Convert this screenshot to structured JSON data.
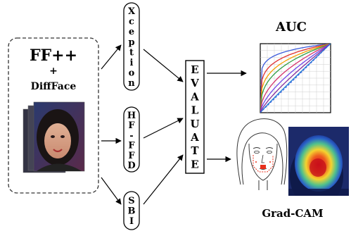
{
  "dataset": {
    "title": "FF++",
    "plus": "+",
    "subtitle": "DiffFace"
  },
  "models": [
    {
      "name": "xception",
      "letters": [
        "X",
        "c",
        "e",
        "p",
        "t",
        "i",
        "o",
        "n"
      ]
    },
    {
      "name": "hf-ffd",
      "letters": [
        "H",
        "F",
        "-",
        "F",
        "F",
        "D"
      ]
    },
    {
      "name": "sbi",
      "letters": [
        "S",
        "B",
        "I"
      ]
    }
  ],
  "evaluate": {
    "letters": [
      "E",
      "V",
      "A",
      "L",
      "U",
      "A",
      "T",
      "E"
    ]
  },
  "outputs": {
    "auc_label": "AUC",
    "gradcam_label": "Grad-CAM"
  },
  "colors": {
    "line": "#000000",
    "dashed_box": "#333333",
    "roc_curves": [
      "#3b5bdb",
      "#e03131",
      "#f59f00",
      "#2f9e44",
      "#d6336c",
      "#7048e8",
      "#862e9c",
      "#1c7ed6"
    ],
    "heat_red": "#e8301c",
    "heat_yellow": "#f5e23a",
    "heat_blue": "#1d3fa8"
  }
}
